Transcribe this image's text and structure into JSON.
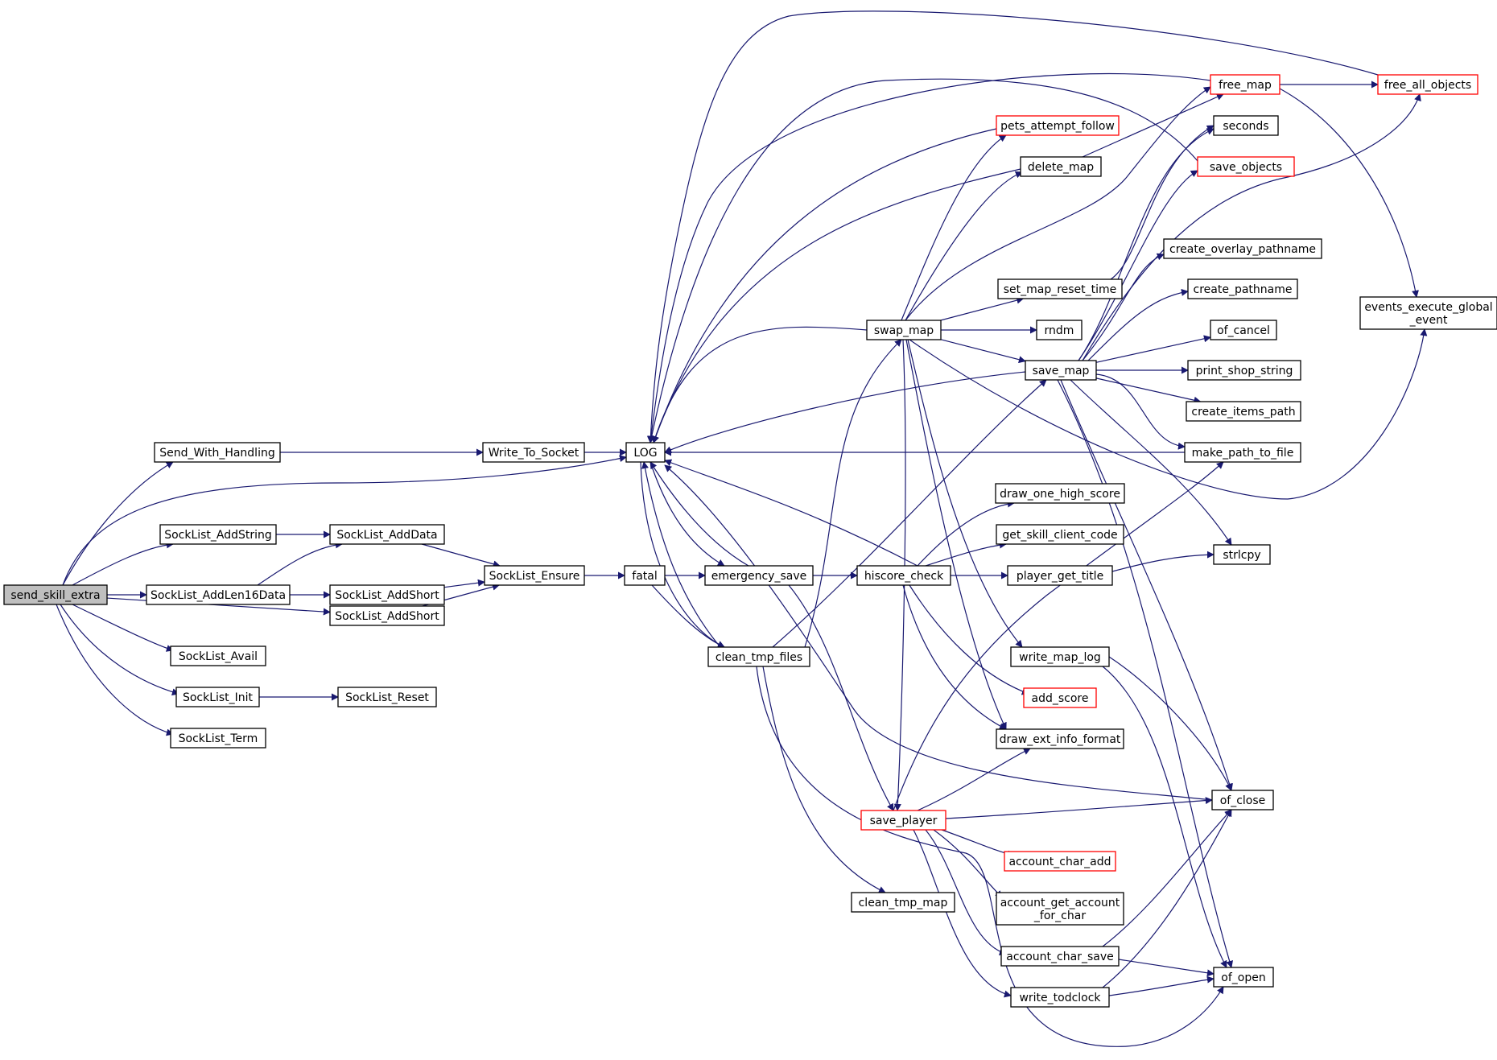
{
  "nodes": {
    "send_skill_extra": {
      "label": "send_skill_extra",
      "style": "focus"
    },
    "Send_With_Handling": {
      "label": "Send_With_Handling"
    },
    "SockList_AddString": {
      "label": "SockList_AddString"
    },
    "SockList_AddLen16Data": {
      "label": "SockList_AddLen16Data"
    },
    "SockList_Avail": {
      "label": "SockList_Avail"
    },
    "SockList_Init": {
      "label": "SockList_Init"
    },
    "SockList_Term": {
      "label": "SockList_Term"
    },
    "SockList_AddData": {
      "label": "SockList_AddData"
    },
    "SockList_AddShort_a": {
      "label": "SockList_AddShort"
    },
    "SockList_AddShort_b": {
      "label": "SockList_AddShort"
    },
    "SockList_Reset": {
      "label": "SockList_Reset"
    },
    "Write_To_Socket": {
      "label": "Write_To_Socket"
    },
    "SockList_Ensure": {
      "label": "SockList_Ensure"
    },
    "LOG": {
      "label": "LOG"
    },
    "fatal": {
      "label": "fatal"
    },
    "emergency_save": {
      "label": "emergency_save"
    },
    "clean_tmp_files": {
      "label": "clean_tmp_files"
    },
    "swap_map": {
      "label": "swap_map"
    },
    "save_player": {
      "label": "save_player",
      "style": "truncated"
    },
    "clean_tmp_map": {
      "label": "clean_tmp_map"
    },
    "hiscore_check": {
      "label": "hiscore_check"
    },
    "pets_attempt_follow": {
      "label": "pets_attempt_follow",
      "style": "truncated"
    },
    "delete_map": {
      "label": "delete_map"
    },
    "set_map_reset_time": {
      "label": "set_map_reset_time"
    },
    "rndm": {
      "label": "rndm"
    },
    "save_map": {
      "label": "save_map"
    },
    "draw_one_high_score": {
      "label": "draw_one_high_score"
    },
    "get_skill_client_code": {
      "label": "get_skill_client_code"
    },
    "player_get_title": {
      "label": "player_get_title"
    },
    "write_map_log": {
      "label": "write_map_log"
    },
    "add_score": {
      "label": "add_score",
      "style": "truncated"
    },
    "draw_ext_info_format": {
      "label": "draw_ext_info_format"
    },
    "account_char_add": {
      "label": "account_char_add",
      "style": "truncated"
    },
    "account_get_account_for_char": {
      "label": "account_get_account\n_for_char"
    },
    "account_char_save": {
      "label": "account_char_save"
    },
    "write_todclock": {
      "label": "write_todclock"
    },
    "free_map": {
      "label": "free_map",
      "style": "truncated"
    },
    "seconds": {
      "label": "seconds"
    },
    "save_objects": {
      "label": "save_objects",
      "style": "truncated"
    },
    "create_overlay_pathname": {
      "label": "create_overlay_pathname"
    },
    "create_pathname": {
      "label": "create_pathname"
    },
    "of_cancel": {
      "label": "of_cancel"
    },
    "print_shop_string": {
      "label": "print_shop_string"
    },
    "create_items_path": {
      "label": "create_items_path"
    },
    "make_path_to_file": {
      "label": "make_path_to_file"
    },
    "strlcpy": {
      "label": "strlcpy"
    },
    "of_close": {
      "label": "of_close"
    },
    "of_open": {
      "label": "of_open"
    },
    "free_all_objects": {
      "label": "free_all_objects",
      "style": "truncated"
    },
    "events_execute_global_event": {
      "label": "events_execute_global\n_event"
    }
  },
  "edges": [
    [
      "send_skill_extra",
      "Send_With_Handling"
    ],
    [
      "send_skill_extra",
      "LOG"
    ],
    [
      "send_skill_extra",
      "SockList_AddString"
    ],
    [
      "send_skill_extra",
      "SockList_AddLen16Data"
    ],
    [
      "send_skill_extra",
      "SockList_AddShort_b"
    ],
    [
      "send_skill_extra",
      "SockList_Avail"
    ],
    [
      "send_skill_extra",
      "SockList_Init"
    ],
    [
      "send_skill_extra",
      "SockList_Term"
    ],
    [
      "Send_With_Handling",
      "Write_To_Socket"
    ],
    [
      "Write_To_Socket",
      "LOG"
    ],
    [
      "SockList_AddString",
      "SockList_AddData"
    ],
    [
      "SockList_AddLen16Data",
      "SockList_AddData"
    ],
    [
      "SockList_AddLen16Data",
      "SockList_AddShort_a"
    ],
    [
      "SockList_AddData",
      "SockList_Ensure"
    ],
    [
      "SockList_AddShort_a",
      "SockList_Ensure"
    ],
    [
      "SockList_AddShort_b",
      "SockList_Ensure"
    ],
    [
      "SockList_Init",
      "SockList_Reset"
    ],
    [
      "SockList_Ensure",
      "fatal"
    ],
    [
      "fatal",
      "emergency_save"
    ],
    [
      "fatal",
      "clean_tmp_files"
    ],
    [
      "emergency_save",
      "LOG"
    ],
    [
      "emergency_save",
      "hiscore_check"
    ],
    [
      "emergency_save",
      "save_player"
    ],
    [
      "clean_tmp_files",
      "LOG"
    ],
    [
      "clean_tmp_files",
      "swap_map"
    ],
    [
      "clean_tmp_files",
      "save_map"
    ],
    [
      "clean_tmp_files",
      "clean_tmp_map"
    ],
    [
      "clean_tmp_files",
      "of_open"
    ],
    [
      "LOG",
      "emergency_save"
    ],
    [
      "LOG",
      "clean_tmp_files"
    ],
    [
      "swap_map",
      "LOG"
    ],
    [
      "swap_map",
      "pets_attempt_follow"
    ],
    [
      "swap_map",
      "delete_map"
    ],
    [
      "swap_map",
      "free_map"
    ],
    [
      "swap_map",
      "set_map_reset_time"
    ],
    [
      "swap_map",
      "rndm"
    ],
    [
      "swap_map",
      "save_map"
    ],
    [
      "swap_map",
      "events_execute_global_event"
    ],
    [
      "swap_map",
      "write_map_log"
    ],
    [
      "swap_map",
      "draw_ext_info_format"
    ],
    [
      "swap_map",
      "save_player"
    ],
    [
      "pets_attempt_follow",
      "LOG"
    ],
    [
      "delete_map",
      "LOG"
    ],
    [
      "delete_map",
      "free_map"
    ],
    [
      "free_map",
      "LOG"
    ],
    [
      "free_map",
      "free_all_objects"
    ],
    [
      "free_map",
      "events_execute_global_event"
    ],
    [
      "free_all_objects",
      "LOG"
    ],
    [
      "save_objects",
      "LOG"
    ],
    [
      "set_map_reset_time",
      "seconds"
    ],
    [
      "save_map",
      "LOG"
    ],
    [
      "save_map",
      "seconds"
    ],
    [
      "save_map",
      "save_objects"
    ],
    [
      "save_map",
      "free_all_objects"
    ],
    [
      "save_map",
      "create_overlay_pathname"
    ],
    [
      "save_map",
      "create_pathname"
    ],
    [
      "save_map",
      "of_cancel"
    ],
    [
      "save_map",
      "print_shop_string"
    ],
    [
      "save_map",
      "create_items_path"
    ],
    [
      "save_map",
      "make_path_to_file"
    ],
    [
      "save_map",
      "strlcpy"
    ],
    [
      "save_map",
      "of_close"
    ],
    [
      "save_map",
      "of_open"
    ],
    [
      "make_path_to_file",
      "LOG"
    ],
    [
      "hiscore_check",
      "LOG"
    ],
    [
      "hiscore_check",
      "draw_one_high_score"
    ],
    [
      "hiscore_check",
      "get_skill_client_code"
    ],
    [
      "hiscore_check",
      "player_get_title"
    ],
    [
      "hiscore_check",
      "add_score"
    ],
    [
      "hiscore_check",
      "draw_ext_info_format"
    ],
    [
      "player_get_title",
      "strlcpy"
    ],
    [
      "write_map_log",
      "of_close"
    ],
    [
      "write_map_log",
      "of_open"
    ],
    [
      "save_player",
      "make_path_to_file"
    ],
    [
      "save_player",
      "draw_ext_info_format"
    ],
    [
      "save_player",
      "of_close"
    ],
    [
      "save_player",
      "account_char_add"
    ],
    [
      "save_player",
      "account_get_account_for_char"
    ],
    [
      "save_player",
      "account_char_save"
    ],
    [
      "save_player",
      "write_todclock"
    ],
    [
      "of_close",
      "LOG"
    ],
    [
      "account_char_save",
      "of_close"
    ],
    [
      "account_char_save",
      "of_open"
    ],
    [
      "write_todclock",
      "of_close"
    ],
    [
      "write_todclock",
      "of_open"
    ]
  ]
}
